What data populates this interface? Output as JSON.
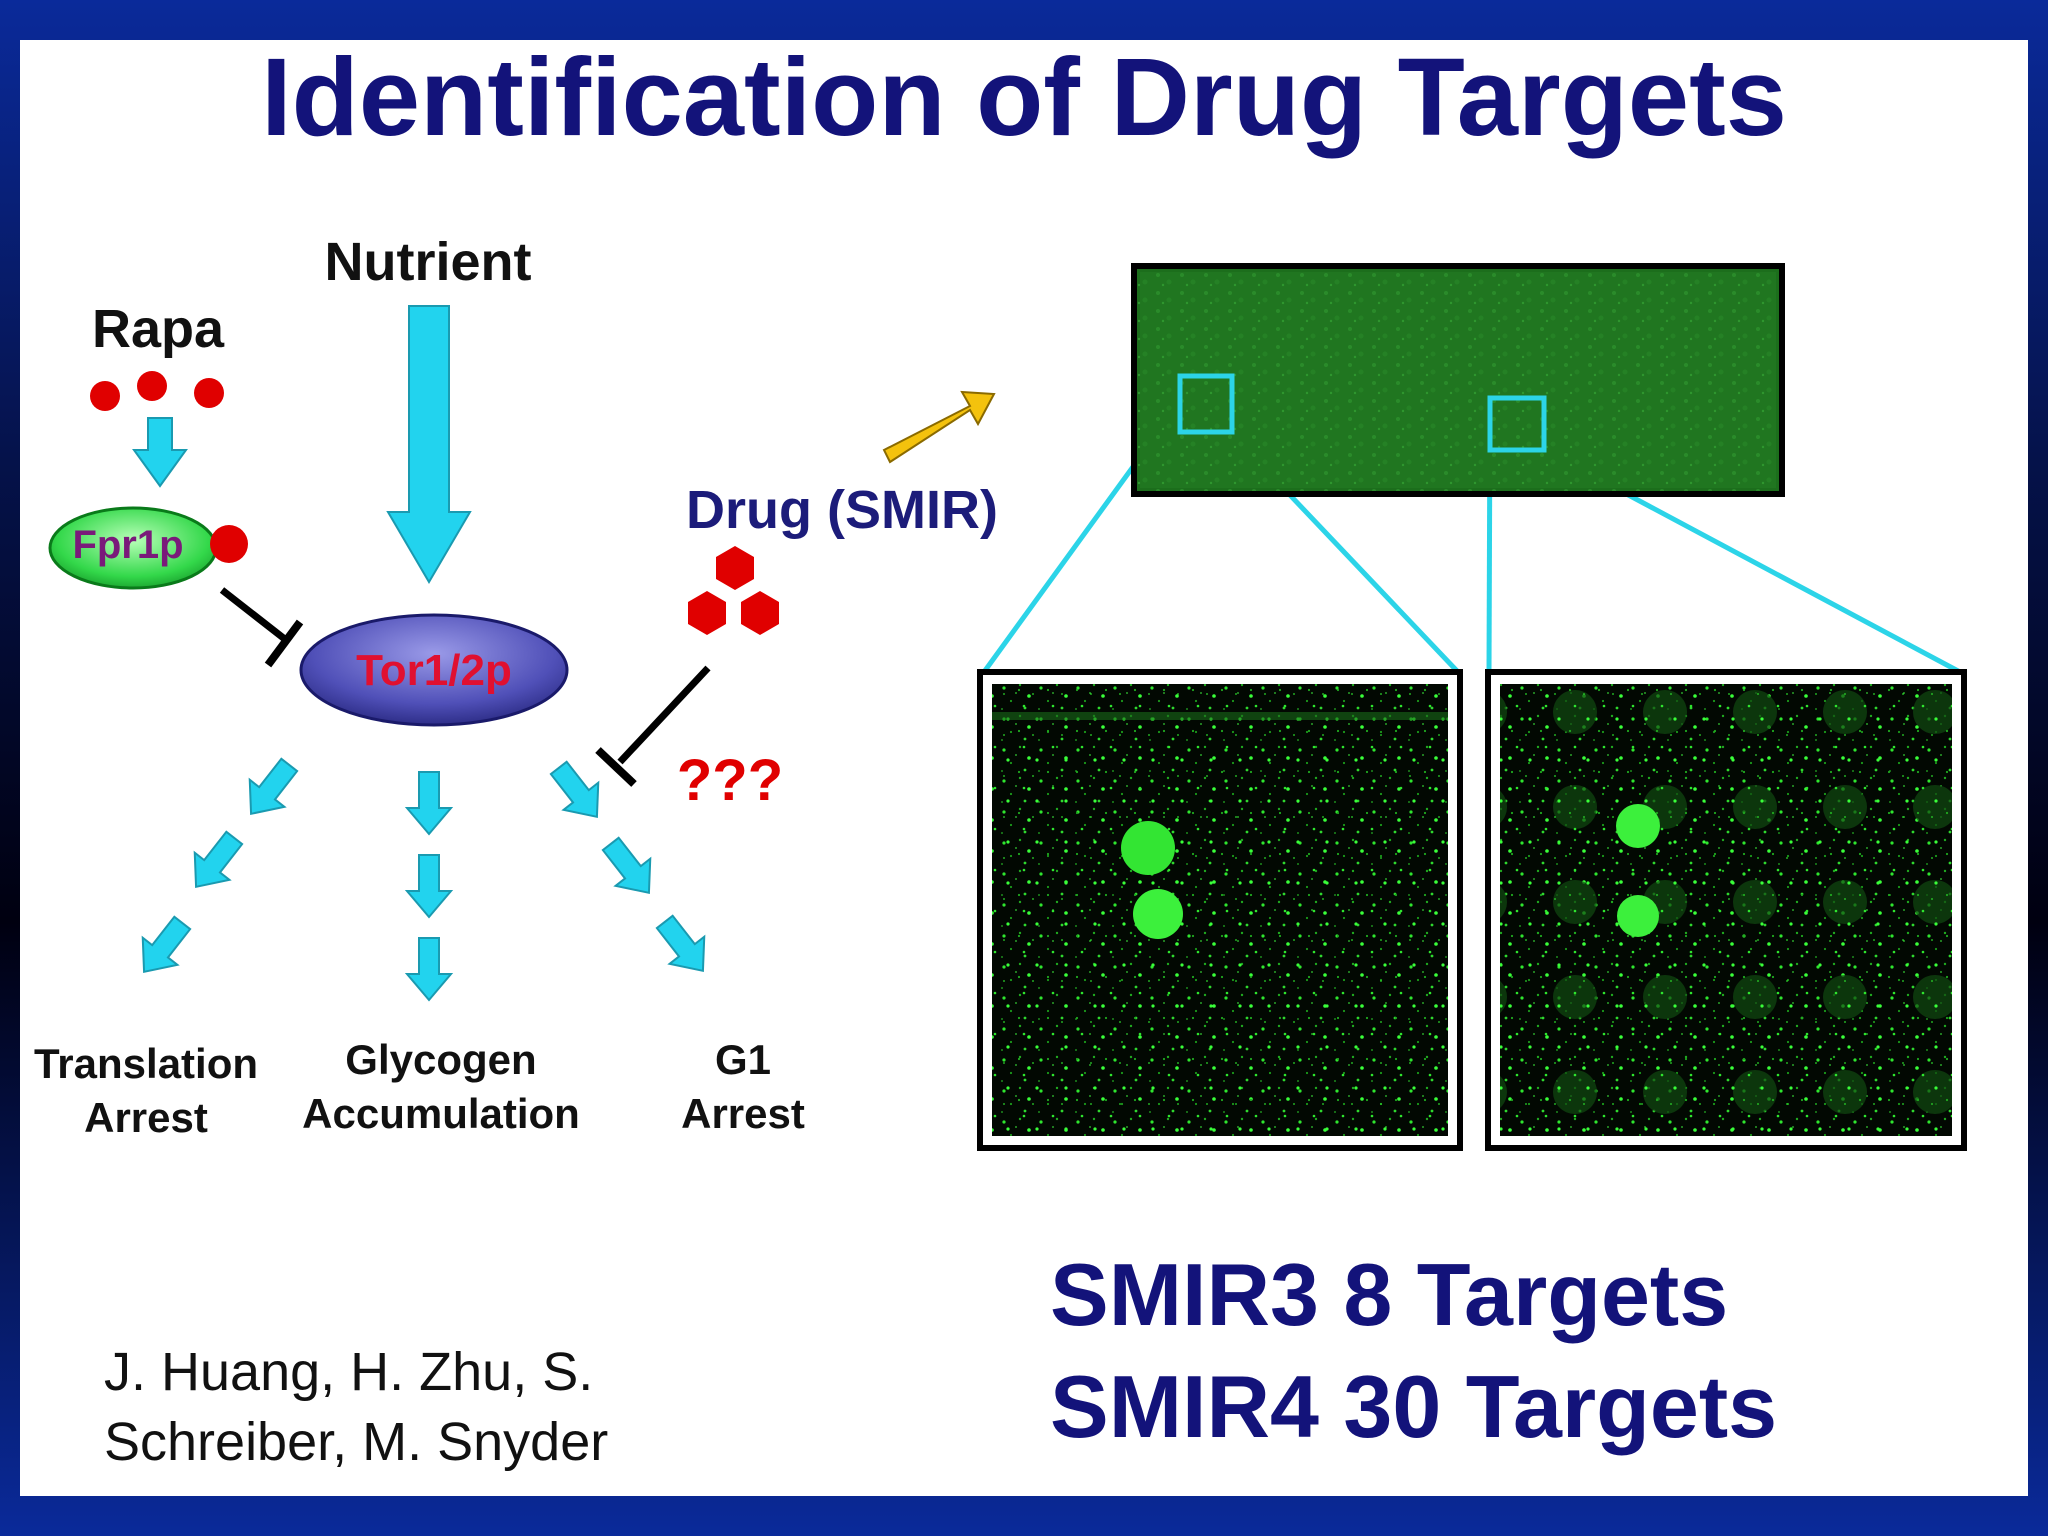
{
  "slide": {
    "title": "Identification of Drug Targets"
  },
  "pathway": {
    "nutrient": "Nutrient",
    "rapa": "Rapa",
    "fpr1p": "Fpr1p",
    "tor": "Tor1/2p",
    "drug": "Drug (SMIR)",
    "unknown": "???",
    "outcomes": {
      "translation": [
        "Translation",
        "Arrest"
      ],
      "glycogen": [
        "Glycogen",
        "Accumulation"
      ],
      "g1": [
        "G1",
        "Arrest"
      ]
    }
  },
  "authors": {
    "line1": "J. Huang, H. Zhu, S.",
    "line2": "Schreiber, M. Snyder"
  },
  "results": {
    "line1": "SMIR3 8 Targets",
    "line2": "SMIR4 30 Targets"
  },
  "colors": {
    "title": "#13137a",
    "cyan_arrow": "#22d3ee",
    "red_dot": "#e00000",
    "tor_fill": "#5b5bc0",
    "tor_text": "#e01030",
    "fpr1p_fill": "#33e05a",
    "fpr1p_text": "#7a1a7a",
    "microarray_green": "#1a7a1a",
    "zoom_lines": "#2cd4e8"
  }
}
